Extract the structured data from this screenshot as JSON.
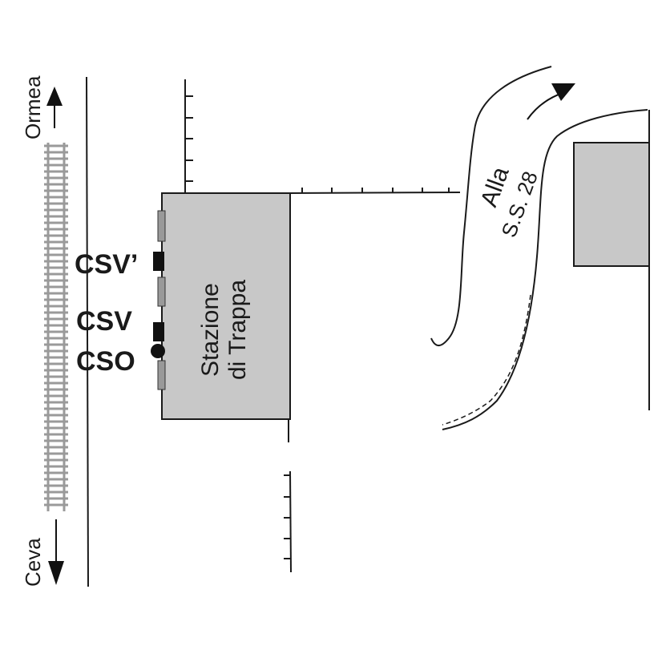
{
  "directions": {
    "north": "Ormea",
    "south": "Ceva"
  },
  "station": {
    "line1": "Stazione",
    "line2": "di Trappa"
  },
  "signals": {
    "csv_prime": "CSV’",
    "csv": "CSV",
    "cso": "CSO"
  },
  "road": {
    "line1": "Alla",
    "line2": "S.S. 28"
  },
  "colors": {
    "building_fill": "#c8c8c8",
    "line": "#1a1a1a",
    "rail": "#9a9a9a",
    "signal": "#111111"
  }
}
